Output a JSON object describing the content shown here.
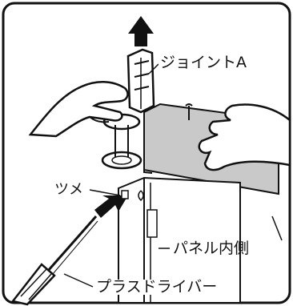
{
  "labels": {
    "joint_a": "ジョイントA",
    "tab": "ツメ",
    "panel_inside": "パネル内側",
    "screwdriver": "プラスドライバー"
  },
  "colors": {
    "line": "#111111",
    "panel_fill": "#c9c9c9",
    "background": "#ffffff"
  },
  "icons": {
    "up_arrow": "up-arrow-icon",
    "push_arrow": "push-arrow-icon"
  }
}
